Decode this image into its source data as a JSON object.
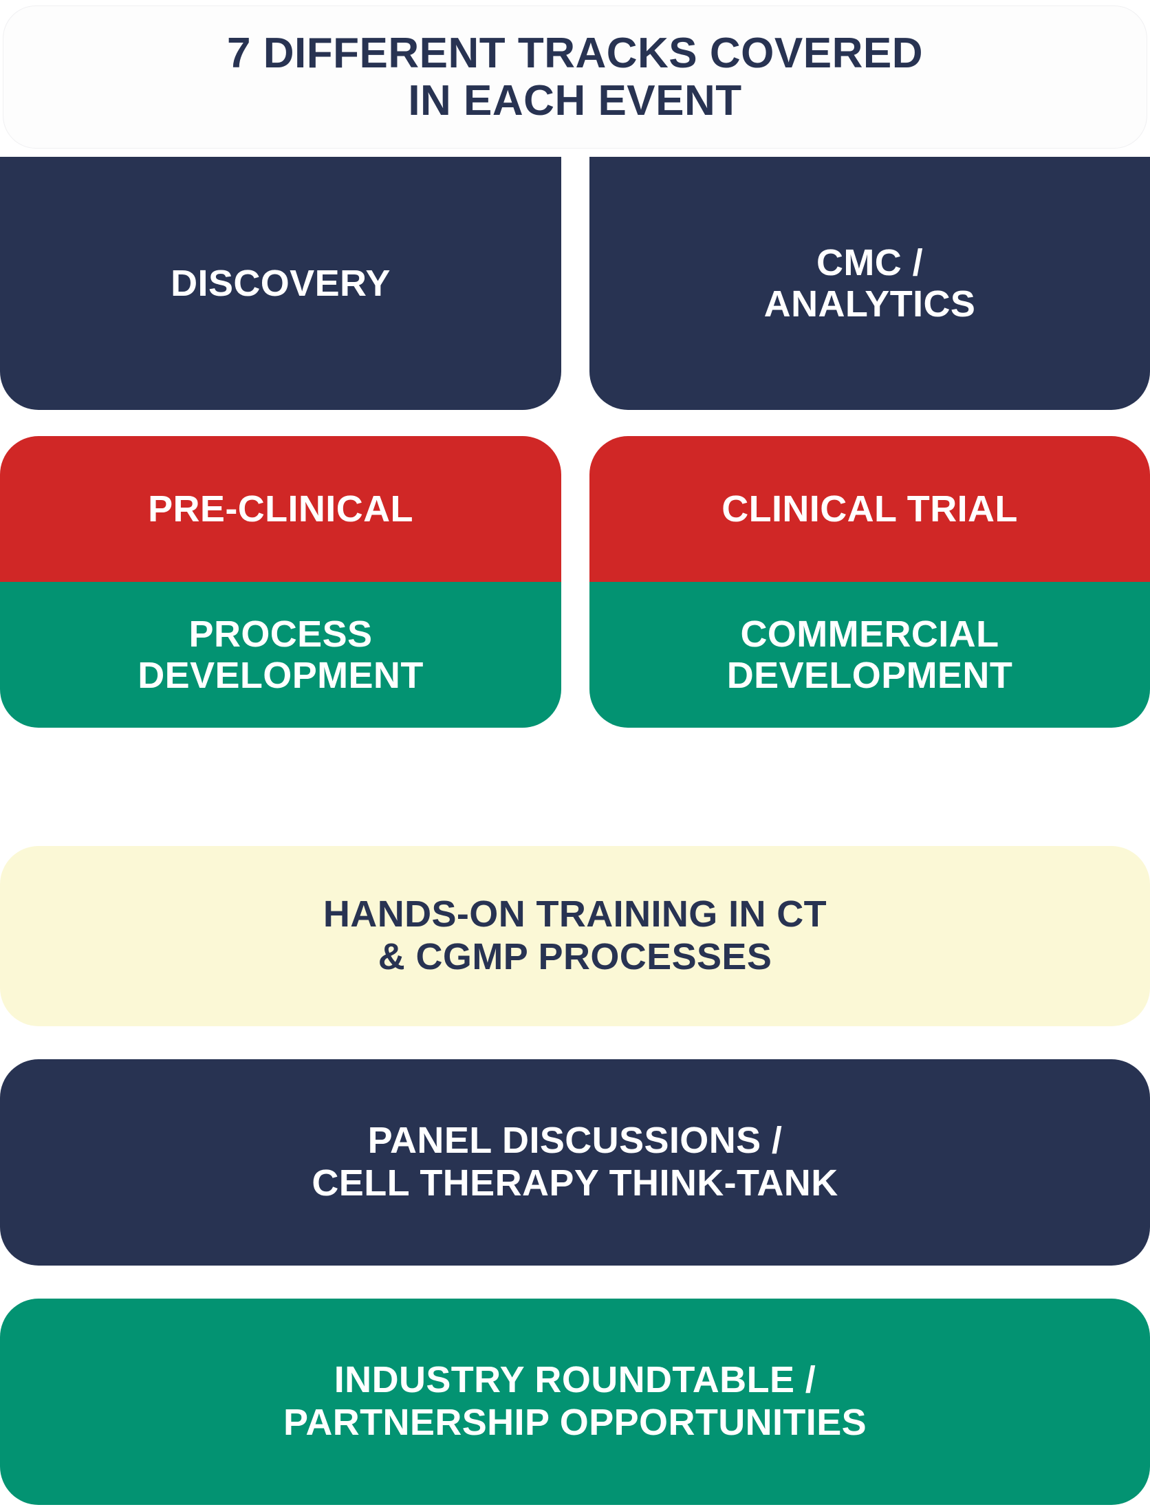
{
  "header": {
    "title": "7 Different Tracks Covered\nin Each Event"
  },
  "colors": {
    "navy": "#283352",
    "red": "#d02726",
    "green": "#039372",
    "cream": "#fbf8d6",
    "white": "#ffffff"
  },
  "tracks": {
    "count": 7,
    "grid": [
      {
        "label": "Discovery",
        "color_name": "navy",
        "color": "#283352",
        "column": "left",
        "row": 1
      },
      {
        "label": "CMC /\nAnalytics",
        "color_name": "navy",
        "color": "#283352",
        "column": "right",
        "row": 1
      },
      {
        "label": "Pre-Clinical",
        "color_name": "red",
        "color": "#d02726",
        "column": "left",
        "row": 2
      },
      {
        "label": "Clinical Trial",
        "color_name": "red",
        "color": "#d02726",
        "column": "right",
        "row": 2
      },
      {
        "label": "Process\nDevelopment",
        "color_name": "green",
        "color": "#039372",
        "column": "left",
        "row": 3
      },
      {
        "label": "Commercial\nDevelopment",
        "color_name": "green",
        "color": "#039372",
        "column": "right",
        "row": 3
      }
    ],
    "bands": [
      {
        "label": "Hands-On Training in CT\n& cGMP Processes",
        "color_name": "cream",
        "color": "#fbf8d6",
        "text_color": "#283352"
      },
      {
        "label": "Panel Discussions /\nCell Therapy Think-Tank",
        "color_name": "navy",
        "color": "#283352",
        "text_color": "#ffffff"
      },
      {
        "label": "Industry Roundtable /\nPartnership Opportunities",
        "color_name": "green",
        "color": "#039372",
        "text_color": "#ffffff"
      }
    ]
  }
}
